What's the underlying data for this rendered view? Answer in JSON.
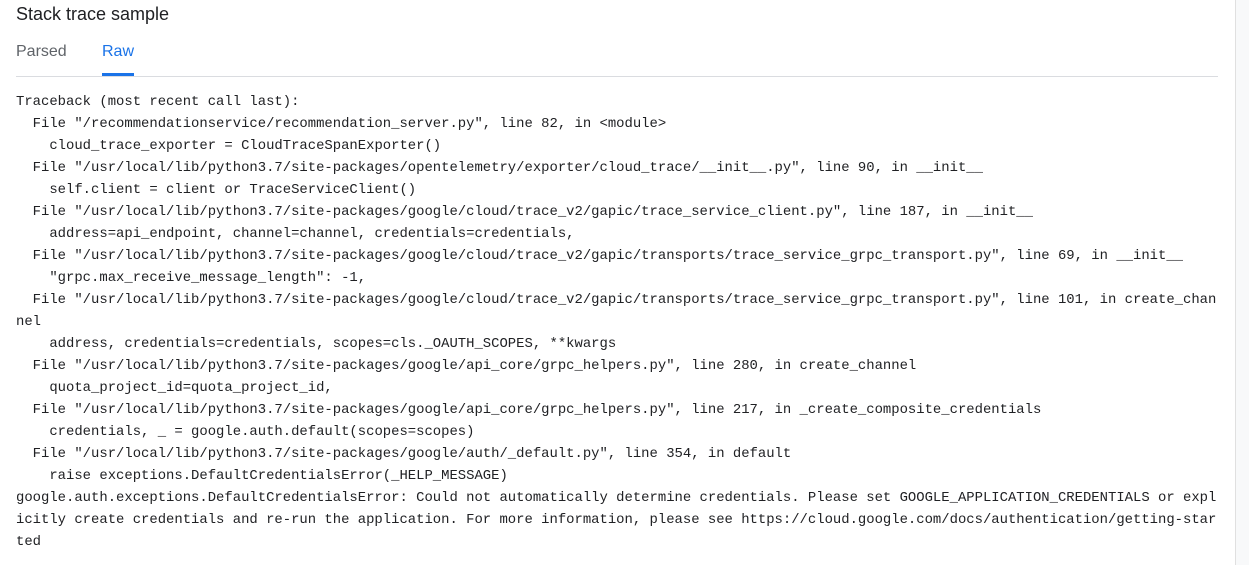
{
  "title": "Stack trace sample",
  "tabs": [
    {
      "label": "Parsed",
      "active": false
    },
    {
      "label": "Raw",
      "active": true
    }
  ],
  "accent_color": "#1a73e8",
  "raw_trace": "Traceback (most recent call last):\n  File \"/recommendationservice/recommendation_server.py\", line 82, in <module>\n    cloud_trace_exporter = CloudTraceSpanExporter()\n  File \"/usr/local/lib/python3.7/site-packages/opentelemetry/exporter/cloud_trace/__init__.py\", line 90, in __init__\n    self.client = client or TraceServiceClient()\n  File \"/usr/local/lib/python3.7/site-packages/google/cloud/trace_v2/gapic/trace_service_client.py\", line 187, in __init__\n    address=api_endpoint, channel=channel, credentials=credentials,\n  File \"/usr/local/lib/python3.7/site-packages/google/cloud/trace_v2/gapic/transports/trace_service_grpc_transport.py\", line 69, in __init__\n    \"grpc.max_receive_message_length\": -1,\n  File \"/usr/local/lib/python3.7/site-packages/google/cloud/trace_v2/gapic/transports/trace_service_grpc_transport.py\", line 101, in create_channel\n    address, credentials=credentials, scopes=cls._OAUTH_SCOPES, **kwargs\n  File \"/usr/local/lib/python3.7/site-packages/google/api_core/grpc_helpers.py\", line 280, in create_channel\n    quota_project_id=quota_project_id,\n  File \"/usr/local/lib/python3.7/site-packages/google/api_core/grpc_helpers.py\", line 217, in _create_composite_credentials\n    credentials, _ = google.auth.default(scopes=scopes)\n  File \"/usr/local/lib/python3.7/site-packages/google/auth/_default.py\", line 354, in default\n    raise exceptions.DefaultCredentialsError(_HELP_MESSAGE)\ngoogle.auth.exceptions.DefaultCredentialsError: Could not automatically determine credentials. Please set GOOGLE_APPLICATION_CREDENTIALS or explicitly create credentials and re-run the application. For more information, please see https://cloud.google.com/docs/authentication/getting-started"
}
